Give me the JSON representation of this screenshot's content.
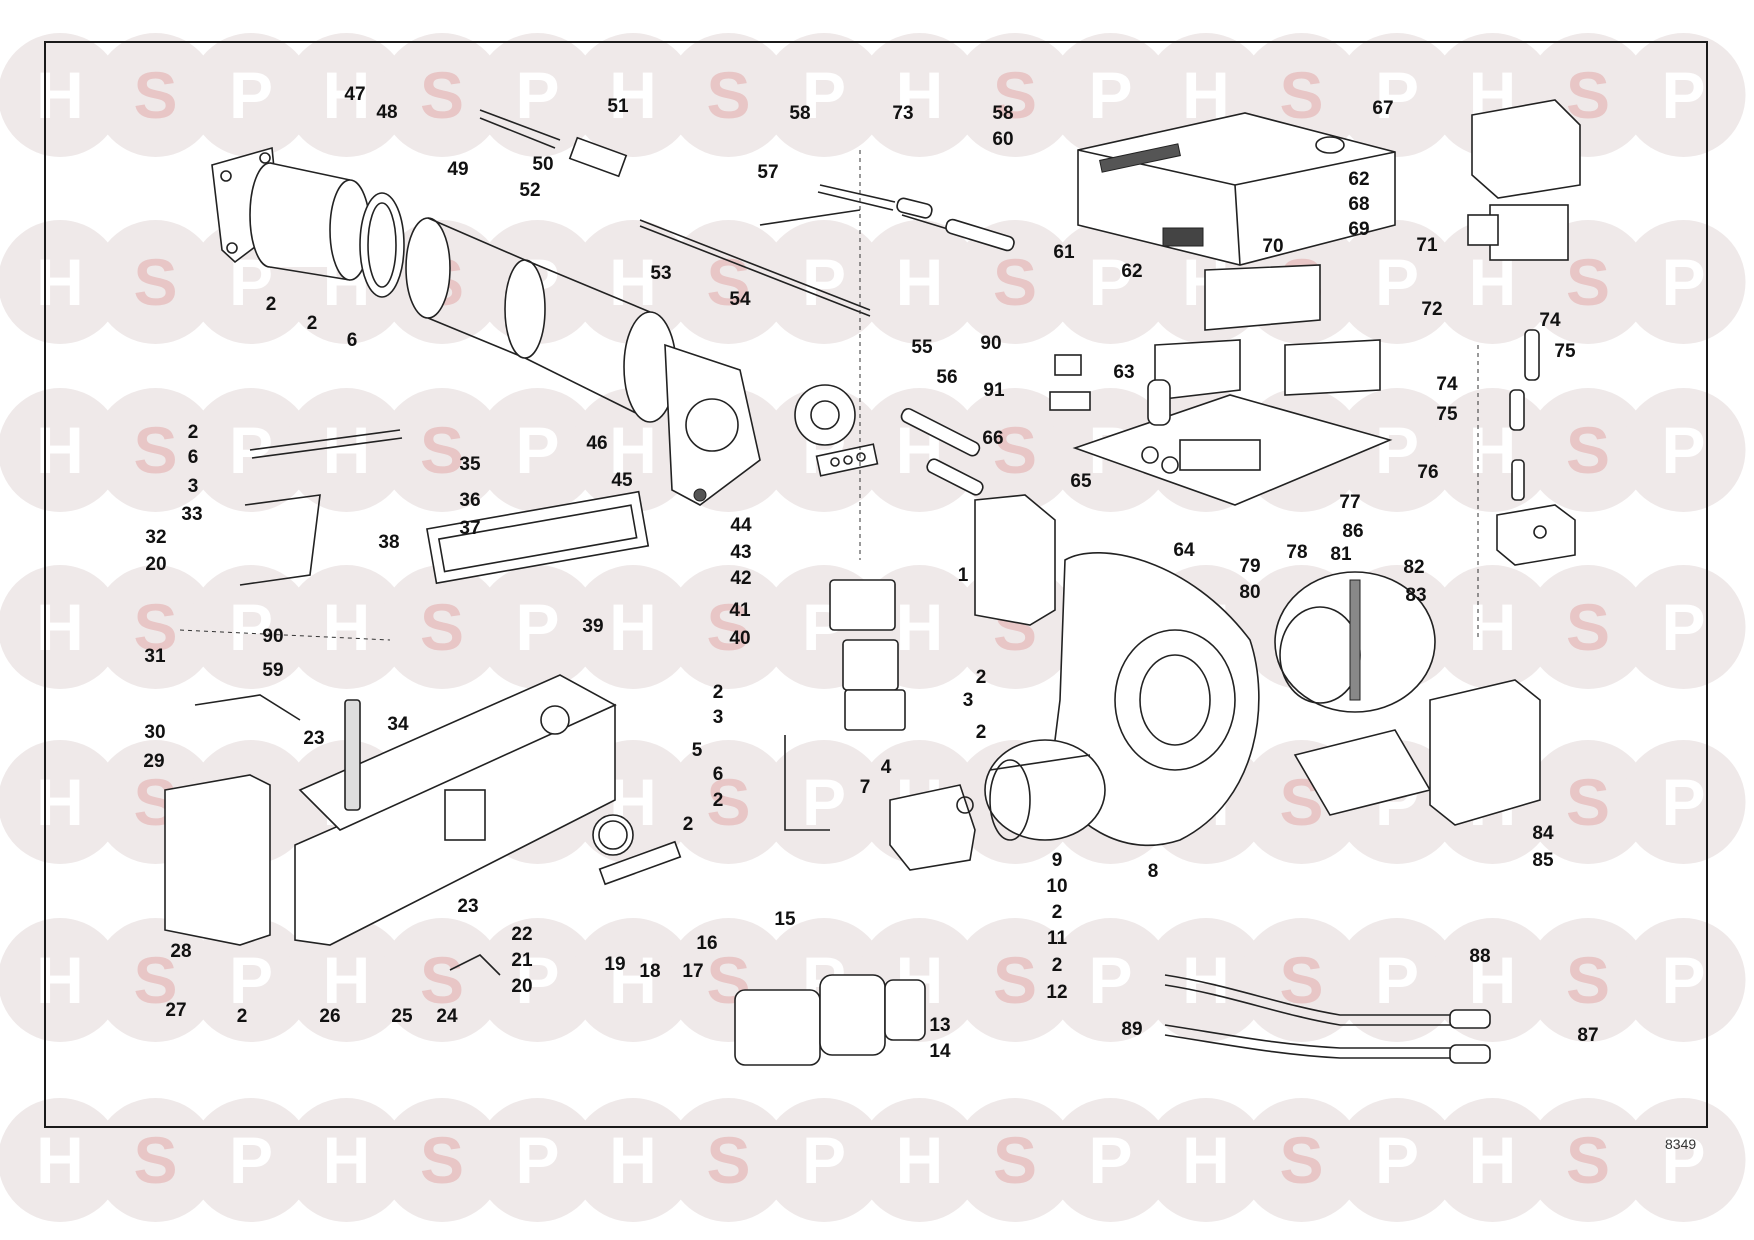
{
  "watermark": {
    "letters": [
      "H",
      "S",
      "P"
    ],
    "circle_color": "#efe9e9",
    "letter_color_h": "#ffffff",
    "letter_color_s": "#e8c6c6",
    "letter_color_p": "#ffffff"
  },
  "drawing_number": "8349",
  "callouts": [
    "47",
    "48",
    "49",
    "50",
    "51",
    "52",
    "57",
    "58",
    "73",
    "58",
    "60",
    "67",
    "62",
    "68",
    "69",
    "2",
    "2",
    "6",
    "53",
    "54",
    "61",
    "62",
    "70",
    "71",
    "72",
    "74",
    "75",
    "90",
    "63",
    "2",
    "6",
    "3",
    "35",
    "36",
    "37",
    "33",
    "46",
    "45",
    "44",
    "43",
    "55",
    "56",
    "66",
    "65",
    "91",
    "74",
    "75",
    "76",
    "77",
    "86",
    "64",
    "78",
    "79",
    "80",
    "81",
    "82",
    "83",
    "32",
    "20",
    "38",
    "42",
    "41",
    "1",
    "40",
    "39",
    "90",
    "59",
    "31",
    "30",
    "29",
    "23",
    "34",
    "2",
    "3",
    "6",
    "2",
    "5",
    "4",
    "2",
    "3",
    "2",
    "7",
    "8",
    "9",
    "10",
    "2",
    "11",
    "2",
    "12",
    "84",
    "85",
    "28",
    "27",
    "23",
    "2",
    "26",
    "25",
    "24",
    "22",
    "21",
    "20",
    "19",
    "18",
    "17",
    "2",
    "16",
    "15",
    "13",
    "14",
    "88",
    "89",
    "87"
  ]
}
